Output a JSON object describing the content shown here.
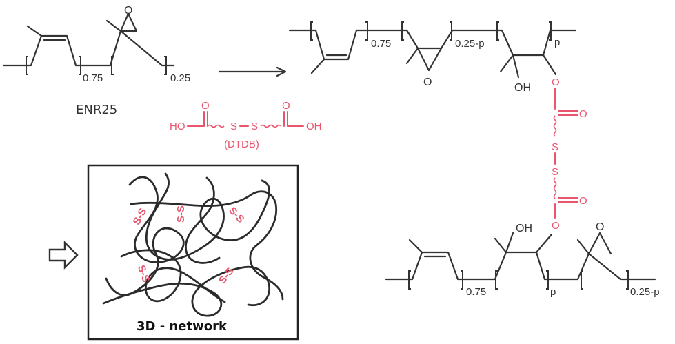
{
  "monomer_diagram": {
    "name": "ENR25",
    "sub_075": "0.75",
    "sub_025": "0.25",
    "epoxide_O": "O"
  },
  "crosslinker": {
    "ho_left": "HO",
    "ho_right": "OH",
    "s1": "S",
    "s2": "S",
    "o1": "O",
    "o2": "O",
    "abbr": "(DTDB)"
  },
  "product_top": {
    "sub_075": "0.75",
    "sub_025p": "0.25-p",
    "sub_p": "p",
    "oh": "OH",
    "epoxide_O": "O"
  },
  "linker": {
    "ester_O_top": "O",
    "carbonyl_O_top": "O",
    "s_top": "S",
    "s_bottom": "S",
    "carbonyl_O_bottom": "O",
    "ester_O_bottom": "O"
  },
  "product_bottom": {
    "sub_075": "0.75",
    "sub_p": "p",
    "sub_025p": "0.25-p",
    "oh": "OH",
    "epoxide_O": "O"
  },
  "network": {
    "label": "3D - network",
    "crosslink_labels": [
      "S-S",
      "S-S",
      "S-S",
      "S-S",
      "S-S"
    ]
  }
}
